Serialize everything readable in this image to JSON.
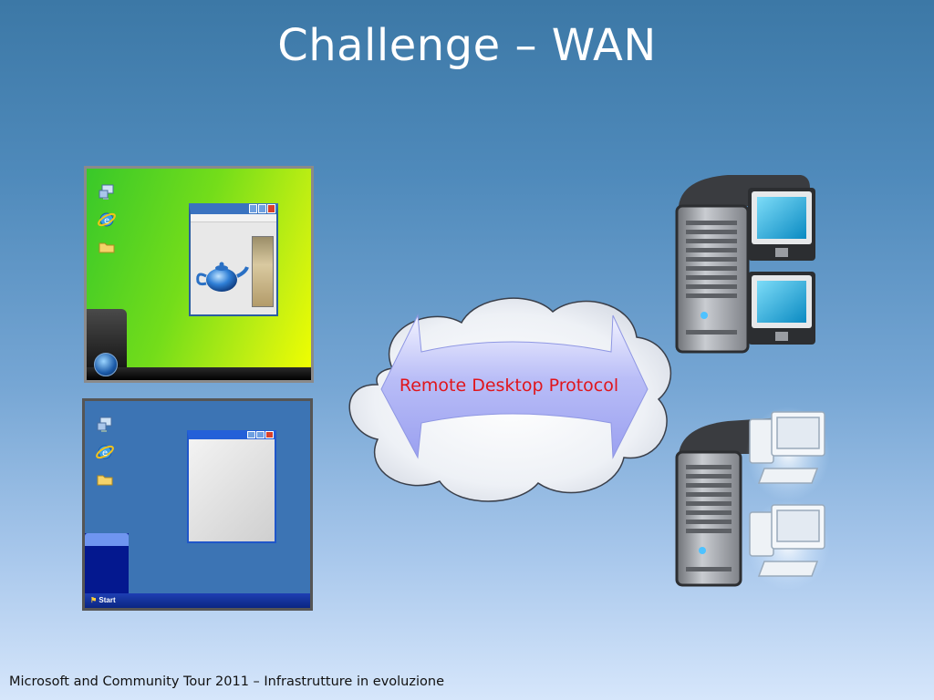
{
  "slide": {
    "title": "Challenge – WAN",
    "footer": "Microsoft and Community Tour 2011 – Infrastrutture in evoluzione"
  },
  "diagram": {
    "protocol_label": "Remote Desktop Protocol",
    "label_color": "#e0151c"
  },
  "desktops": {
    "vista": {
      "icons": [
        "network-icon",
        "internet-explorer-icon",
        "folder-icon"
      ],
      "window_content": "teapot"
    },
    "xp": {
      "icons": [
        "network-icon",
        "internet-explorer-icon",
        "folder-icon"
      ],
      "start_label": "Start"
    }
  },
  "servers": {
    "top": {
      "type": "server-with-monitors"
    },
    "bottom": {
      "type": "server-with-workstations"
    }
  }
}
